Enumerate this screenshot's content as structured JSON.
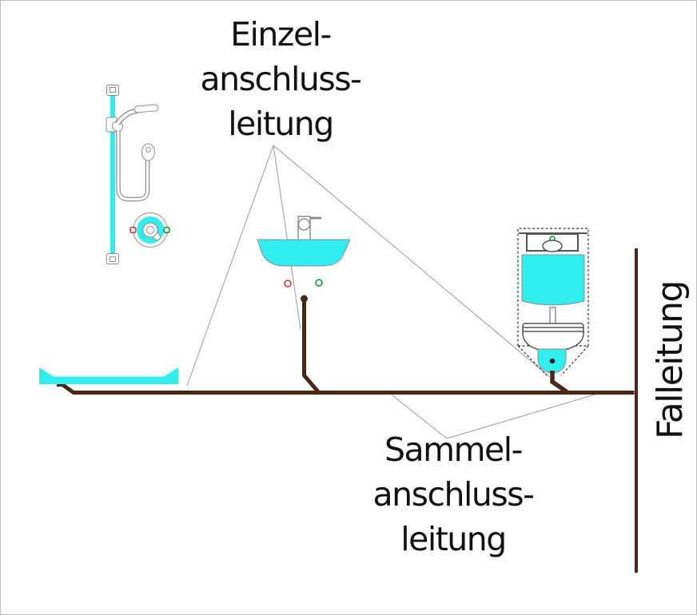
{
  "labels": {
    "einzel": {
      "line1": "Einzel-",
      "line2": "anschluss-",
      "line3": "leitung"
    },
    "sammel": {
      "line1": "Sammel-",
      "line2": "anschluss-",
      "line3": "leitung"
    },
    "fall": "Falleitung"
  },
  "colors": {
    "cyan": "#30EEEE",
    "pipe": "#4A2817",
    "outline": "#8E8E8E",
    "dark": "#555555",
    "dash": "#333333",
    "pointer": "#999999",
    "red": "#E03030",
    "green": "#00A325",
    "text": "#111111",
    "border": "#BDBDBD"
  }
}
